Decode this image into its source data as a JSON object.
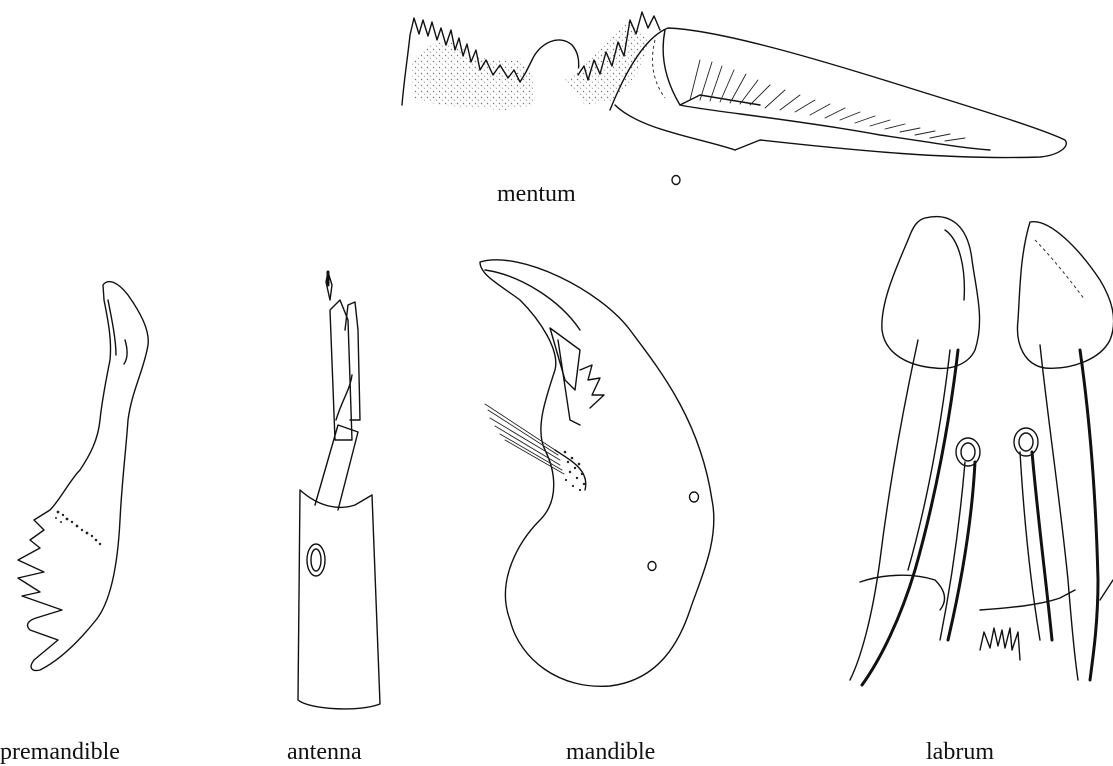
{
  "labels": {
    "mentum": "mentum",
    "premandible": "premandible",
    "antenna": "antenna",
    "mandible": "mandible",
    "labrum": "labrum"
  }
}
